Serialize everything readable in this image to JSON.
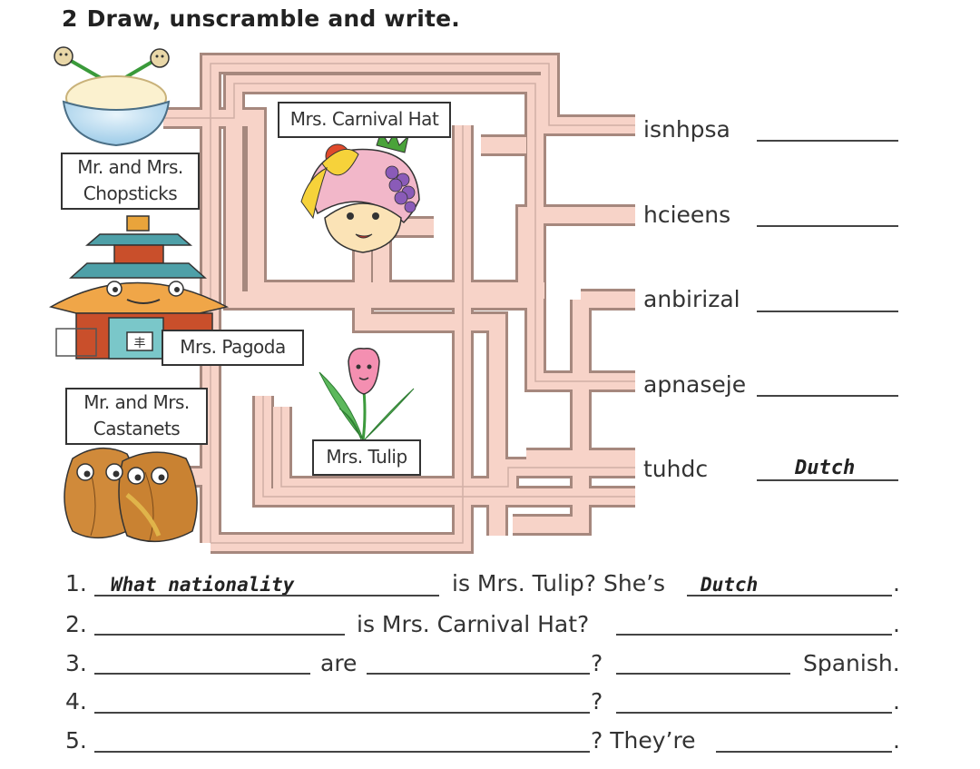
{
  "exercise": {
    "number": "2",
    "instruction": "Draw, unscramble and write."
  },
  "characters": {
    "chopsticks": "Mr. and Mrs. Chopsticks",
    "carnival_hat": "Mrs. Carnival Hat",
    "pagoda": "Mrs. Pagoda",
    "castanets": "Mr. and Mrs. Castanets",
    "tulip": "Mrs. Tulip"
  },
  "scrambled": [
    {
      "word": "isnhpsa",
      "answer": ""
    },
    {
      "word": "hcieens",
      "answer": ""
    },
    {
      "word": "anbirizal",
      "answer": ""
    },
    {
      "word": "apnaseje",
      "answer": ""
    },
    {
      "word": "tuhdc",
      "answer": "Dutch"
    }
  ],
  "sentences": {
    "s1": {
      "num": "1.",
      "ans1": "What nationality",
      "text1": "is Mrs. Tulip? She’s",
      "ans2": "Dutch",
      "end": "."
    },
    "s2": {
      "num": "2.",
      "text1": "is Mrs. Carnival Hat?",
      "end": "."
    },
    "s3": {
      "num": "3.",
      "text1": "are",
      "text2": "?",
      "text3": "Spanish."
    },
    "s4": {
      "num": "4.",
      "text1": "?",
      "end": "."
    },
    "s5": {
      "num": "5.",
      "text1": "? They’re",
      "end": "."
    }
  },
  "colors": {
    "pipe_fill": "#f7d3c8",
    "pipe_edge": "#a6887e",
    "ink": "#333333"
  }
}
